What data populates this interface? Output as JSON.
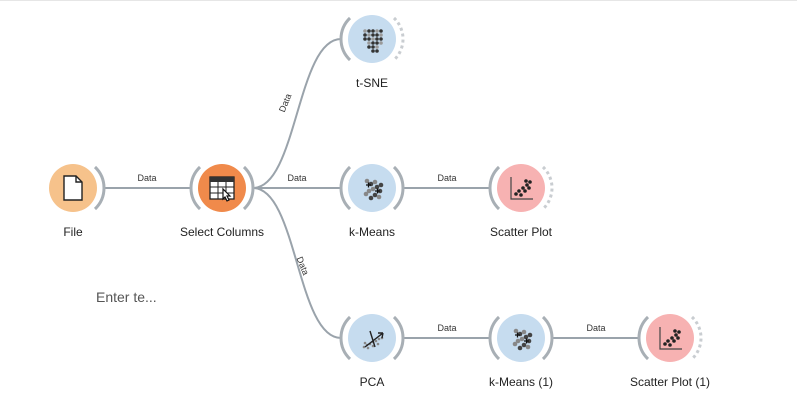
{
  "workflow": {
    "nodes": [
      {
        "id": "file",
        "label": "File",
        "icon": "file-icon",
        "color": "#f6c28b"
      },
      {
        "id": "select-columns",
        "label": "Select Columns",
        "icon": "table-select-icon",
        "color": "#f08a4b"
      },
      {
        "id": "tsne",
        "label": "t-SNE",
        "icon": "tsne-icon",
        "color": "#c6dcef"
      },
      {
        "id": "kmeans",
        "label": "k-Means",
        "icon": "kmeans-icon",
        "color": "#c6dcef"
      },
      {
        "id": "scatter",
        "label": "Scatter Plot",
        "icon": "scatter-plot-icon",
        "color": "#f7b2b2"
      },
      {
        "id": "pca",
        "label": "PCA",
        "icon": "pca-icon",
        "color": "#c6dcef"
      },
      {
        "id": "kmeans1",
        "label": "k-Means (1)",
        "icon": "kmeans-icon",
        "color": "#c6dcef"
      },
      {
        "id": "scatter1",
        "label": "Scatter Plot (1)",
        "icon": "scatter-plot-icon",
        "color": "#f7b2b2"
      }
    ],
    "links": [
      {
        "from": "file",
        "to": "select-columns",
        "label": "Data"
      },
      {
        "from": "select-columns",
        "to": "tsne",
        "label": "Data"
      },
      {
        "from": "select-columns",
        "to": "kmeans",
        "label": "Data"
      },
      {
        "from": "kmeans",
        "to": "scatter",
        "label": "Data"
      },
      {
        "from": "select-columns",
        "to": "pca",
        "label": "Data"
      },
      {
        "from": "pca",
        "to": "kmeans1",
        "label": "Data"
      },
      {
        "from": "kmeans1",
        "to": "scatter1",
        "label": "Data"
      }
    ],
    "annotation": "Enter te..."
  }
}
